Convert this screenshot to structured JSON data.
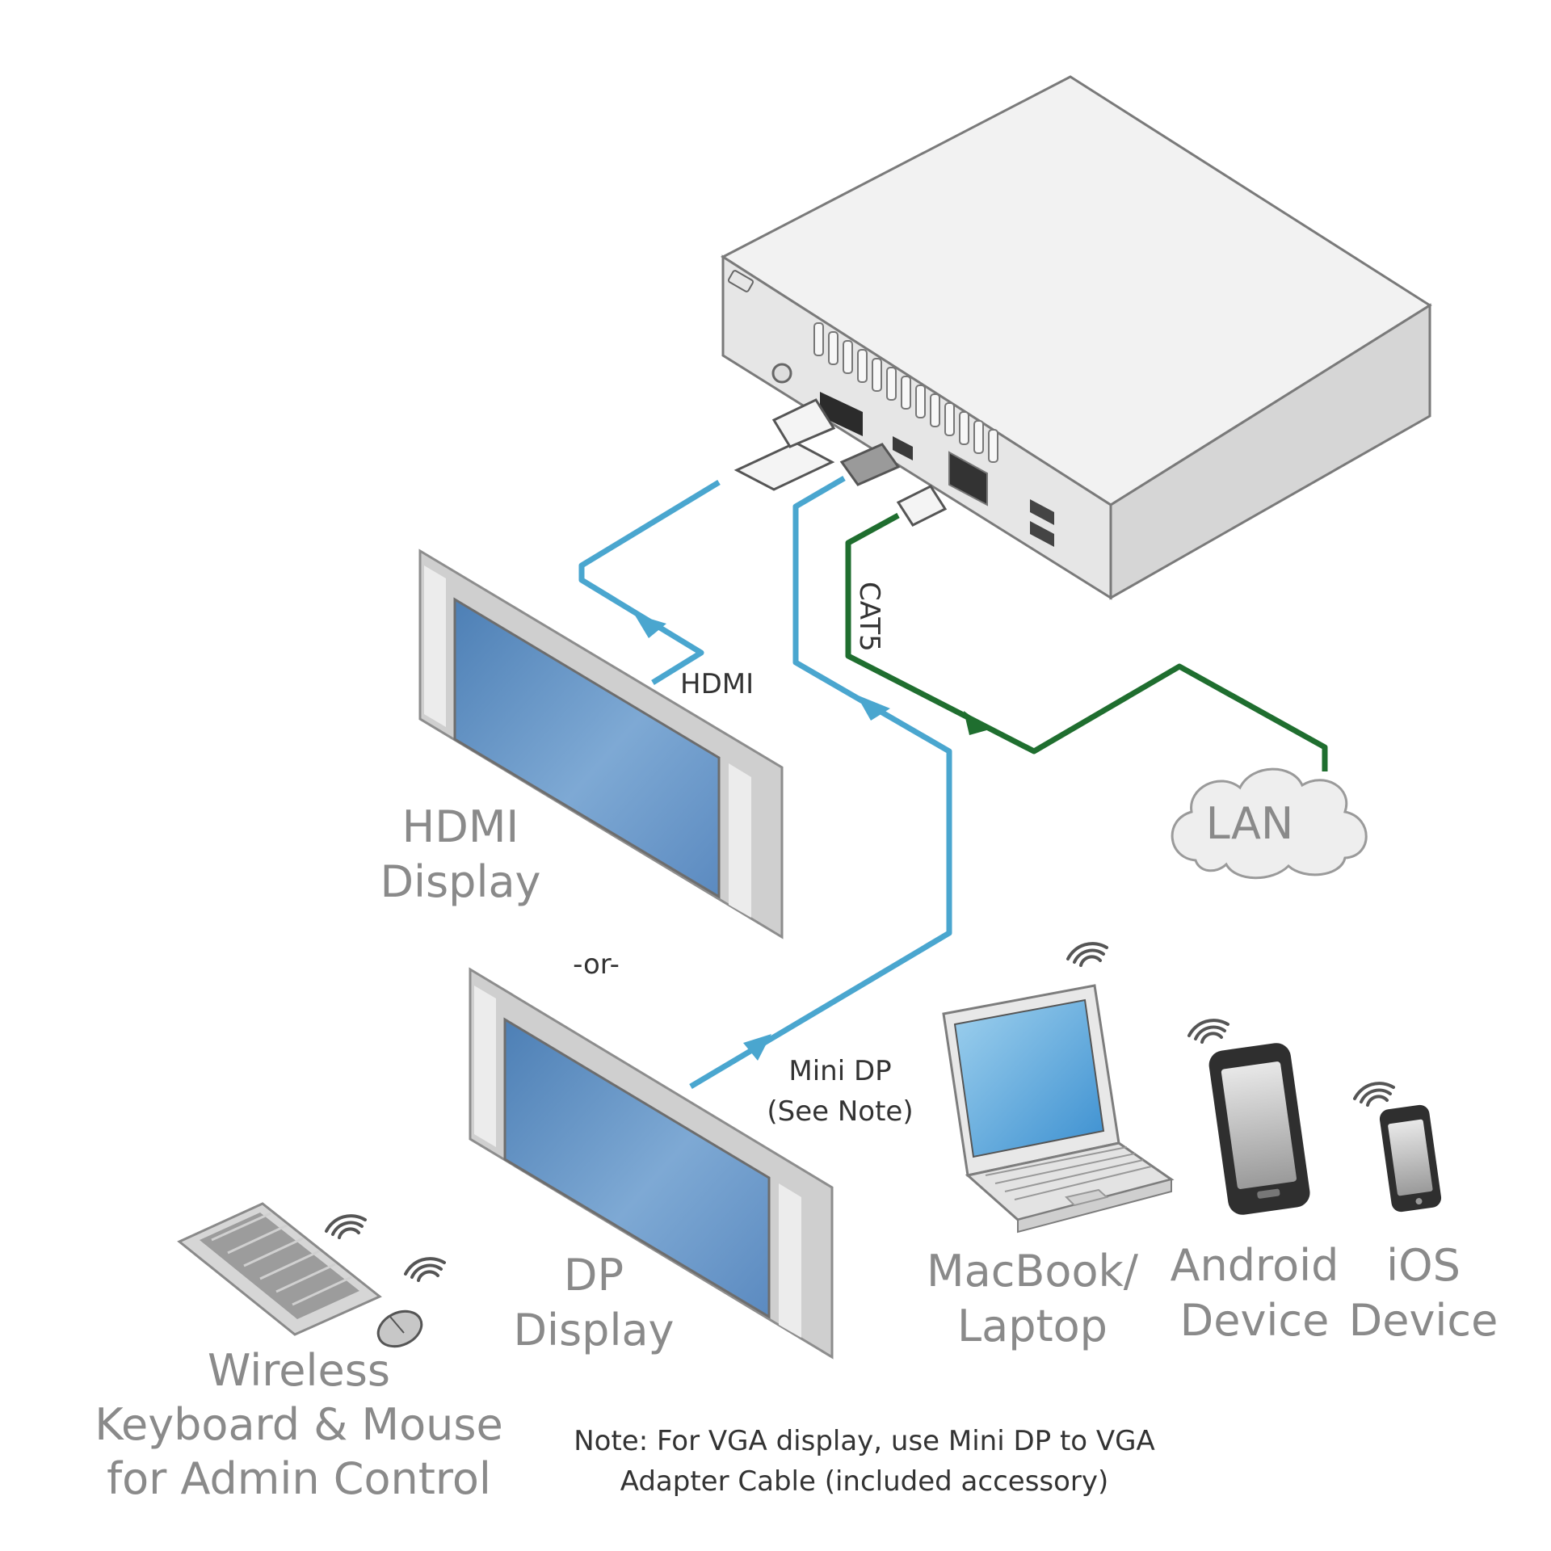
{
  "colors": {
    "video_cable": "#4aa6cf",
    "lan_cable": "#1f6e2f",
    "screen": "#5d8fc2",
    "bezel": "#c9c9c9",
    "device_body": "#ededed",
    "label_gray": "#8a8a8a"
  },
  "labels": {
    "hdmi_cable": "HDMI",
    "hdmi_display_line1": "HDMI",
    "hdmi_display_line2": "Display",
    "or": "-or-",
    "minidp_line1": "Mini DP",
    "minidp_line2": "(See Note)",
    "dp_display_line1": "DP",
    "dp_display_line2": "Display",
    "cat5": "CAT5",
    "lan": "LAN",
    "macbook_line1": "MacBook/",
    "macbook_line2": "Laptop",
    "android_line1": "Android",
    "android_line2": "Device",
    "ios_line1": "iOS",
    "ios_line2": "Device",
    "keyboard_line1": "Wireless",
    "keyboard_line2": "Keyboard & Mouse",
    "keyboard_line3": "for Admin Control",
    "note_line1": "Note: For VGA display, use Mini DP to VGA",
    "note_line2": "Adapter Cable (included accessory)"
  },
  "icons": {
    "wireless": "wifi-signal-icon",
    "cloud": "cloud-icon"
  }
}
